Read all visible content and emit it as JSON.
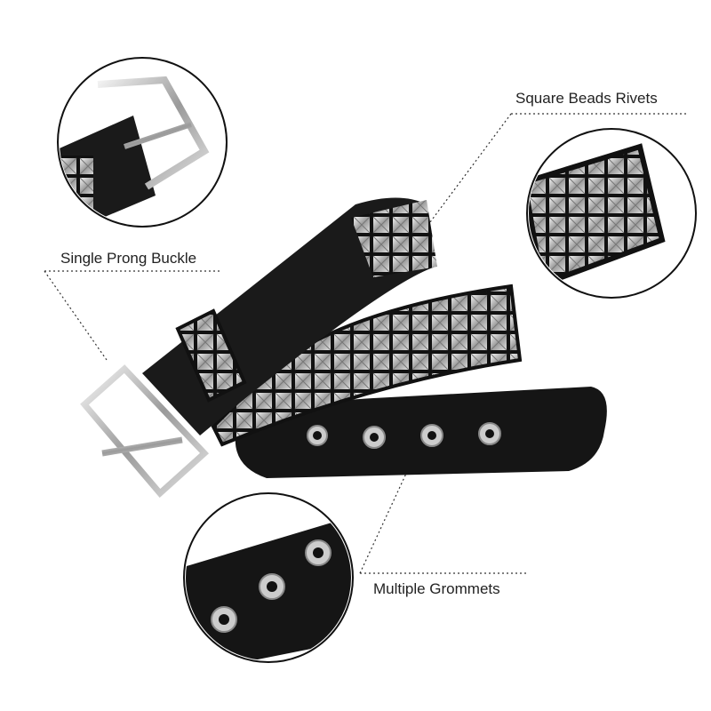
{
  "labels": {
    "rivets": "Square Beads Rivets",
    "buckle": "Single Prong Buckle",
    "grommets": "Multiple Grommets"
  },
  "colors": {
    "leather": "#151515",
    "metal": "#c8c8c8",
    "line": "#333333"
  }
}
